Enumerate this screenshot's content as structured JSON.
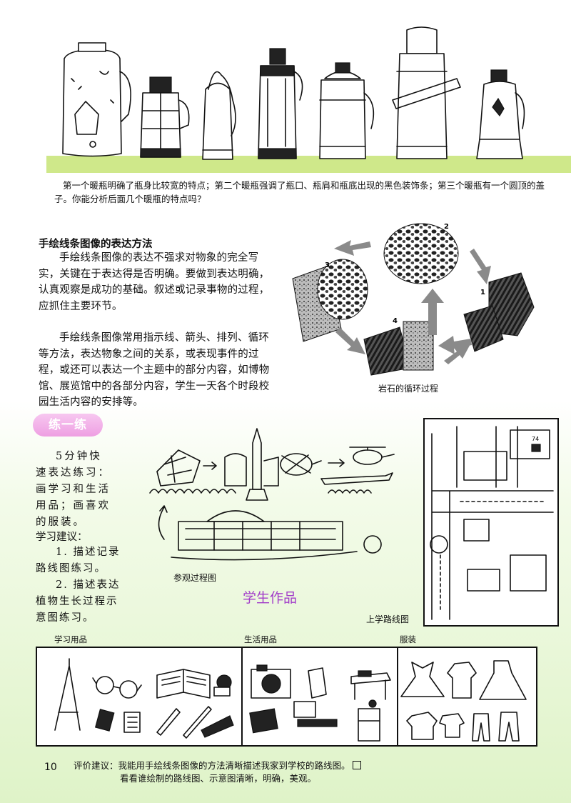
{
  "thermos_caption": "第一个暖瓶明确了瓶身比较宽的特点；第二个暖瓶强调了瓶口、瓶肩和瓶底出现的黑色装饰条；第三个暖瓶有一个圆顶的盖子。你能分析后面几个暖瓶的特点吗？",
  "section": {
    "title": "手绘线条图像的表达方法",
    "paragraph1": "手绘线条图像的表达不强求对物象的完全写实，关键在于表达得是否明确。要做到表达明确，认真观察是成功的基础。叙述或记录事物的过程，应抓住主要环节。",
    "paragraph2": "手绘线条图像常用指示线、箭头、排列、循环等方法，表达物象之间的关系，或表现事件的过程，或还可以表达一个主题中的部分内容，如博物馆、展览馆中的各部分内容，学生一天各个时段校园生活内容的安排等。"
  },
  "rock_cycle": {
    "caption": "岩石的循环过程",
    "labels": [
      "1",
      "2",
      "3",
      "4"
    ]
  },
  "practice": {
    "badge": "练一练",
    "text": "5分钟快速表达练习：画学习和生活用品；画喜欢的服装。",
    "study_heading": "学习建议：",
    "suggestion1": "1. 描述记录路线图练习。",
    "suggestion2": "2. 描述表达植物生长过程示意图练习。"
  },
  "artwork": {
    "visit_caption": "参观过程图",
    "student_label": "学生作品",
    "route_caption": "上学路线图",
    "map_sign": "74"
  },
  "items": {
    "study_heading": "学习用品",
    "life_heading": "生活用品",
    "clothes_heading": "服装"
  },
  "footer": {
    "page_number": "10",
    "evaluation_line1": "评价建议：我能用手绘线条图像的方法清晰描述我家到学校的路线图。",
    "evaluation_line2": "看看谁绘制的路线图、示意图清晰，明确，美观。"
  }
}
